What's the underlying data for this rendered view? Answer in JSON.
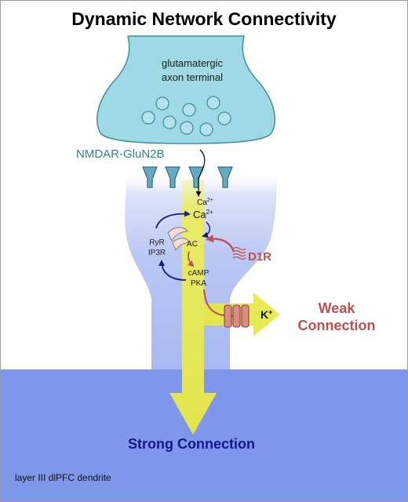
{
  "title": "Dynamic Network Connectivity",
  "axon": {
    "line1": "glutamatergic",
    "line2": "axon terminal"
  },
  "receptor_label": "NMDAR-GluN2B",
  "calcium": {
    "small_base": "Ca",
    "small_sup": "2+",
    "large_base": "Ca",
    "large_sup": "2+"
  },
  "ryr": {
    "line1": "RyR",
    "line2": "IP3R"
  },
  "ac_label": "AC",
  "camp": {
    "line1": "cAMP",
    "line2": "PKA"
  },
  "d1r_label": "D1R",
  "potassium": {
    "base": "K",
    "sup": "+"
  },
  "weak": {
    "line1": "Weak",
    "line2": "Connection"
  },
  "strong_label": "Strong Connection",
  "dendrite_label": "layer III dlPFC dendrite",
  "colors": {
    "title": "#000000",
    "terminal_fill": "#9fd9e6",
    "terminal_stroke": "#3d8fa0",
    "receptor_label": "#2f7f93",
    "dendrite_fill": "#a8b9f2",
    "bottom_band": "#7e97ea",
    "yellow_arrow": "#e5e84c",
    "red": "#c0504d",
    "navy_arrow": "#1c1c7a",
    "strong_text": "#17178a"
  }
}
